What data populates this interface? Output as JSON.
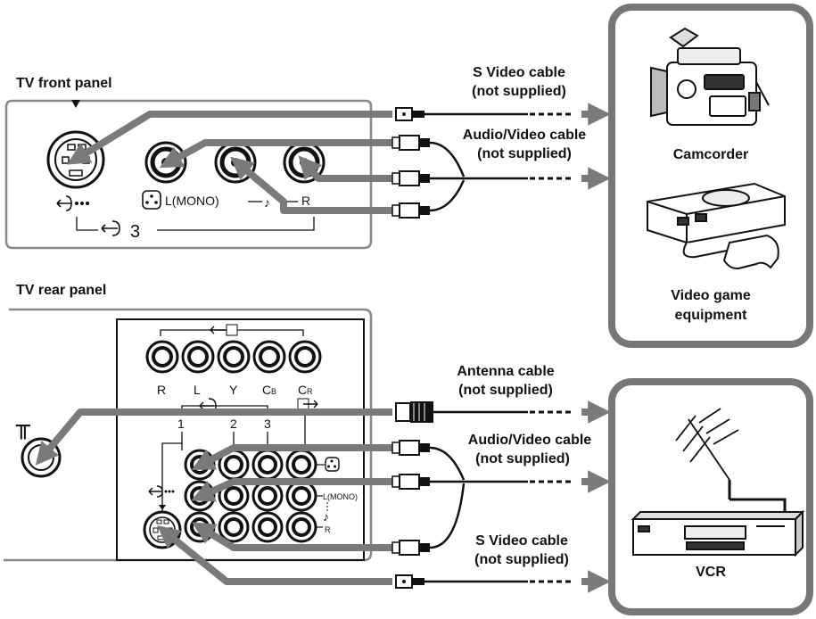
{
  "front_panel": {
    "title": "TV front panel",
    "icons": {
      "s_video": "s-video-input-icon",
      "input": "input-icon",
      "mono": "audio-mono-icon"
    },
    "jack_labels": {
      "mono": "L(MONO)",
      "note": "♪",
      "r": "R",
      "input_number": "3"
    }
  },
  "rear_panel": {
    "title": "TV rear panel",
    "top_jack_labels": [
      "R",
      "L",
      "Y",
      "C",
      "C"
    ],
    "top_jack_subscripts": [
      "",
      "",
      "",
      "B",
      "R"
    ],
    "input_numbers": [
      "1",
      "2",
      "3"
    ],
    "side_labels": {
      "mono": "L(MONO)",
      "note": "♪",
      "r": "R"
    },
    "antenna_symbol": "╥"
  },
  "cables": {
    "s_video_top": {
      "line1": "S Video cable",
      "line2": "(not supplied)"
    },
    "av_top": {
      "line1": "Audio/Video cable",
      "line2": "(not supplied)"
    },
    "antenna": {
      "line1": "Antenna cable",
      "line2": "(not supplied)"
    },
    "av_bottom": {
      "line1": "Audio/Video cable",
      "line2": "(not supplied)"
    },
    "s_video_bottom": {
      "line1": "S Video cable",
      "line2": "(not supplied)"
    }
  },
  "devices": {
    "camcorder": "Camcorder",
    "game_line1": "Video game",
    "game_line2": "equipment",
    "vcr": "VCR"
  },
  "colors": {
    "arrow_gray": "#7a7a7a",
    "panel_border": "#888888",
    "ink": "#111111"
  }
}
